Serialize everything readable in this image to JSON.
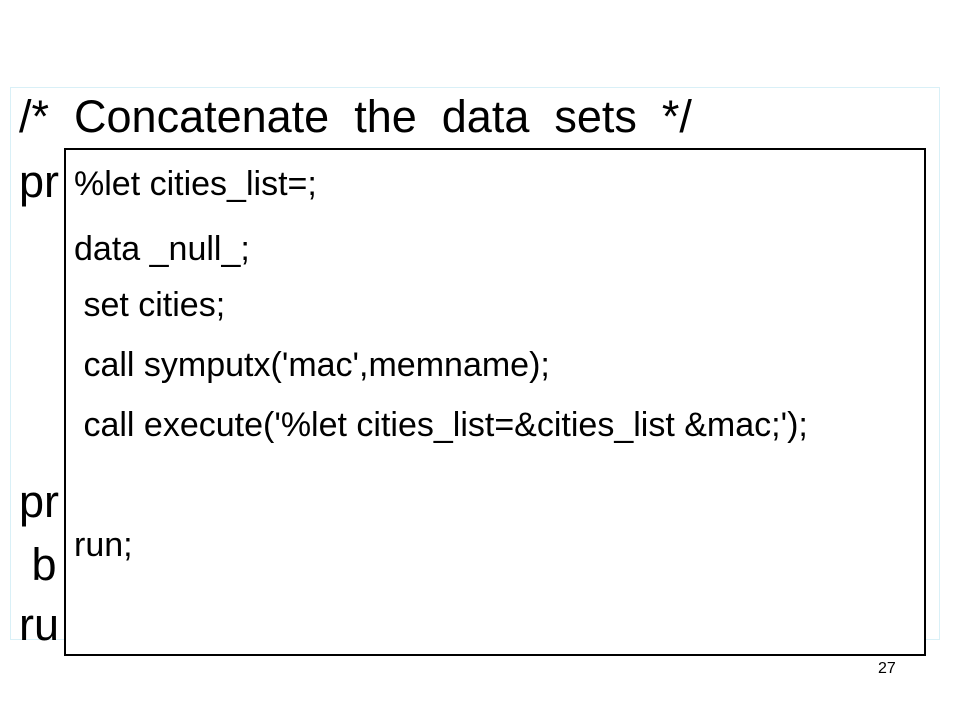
{
  "slide": {
    "background_lines": [
      "/*  Concatenate  the  data  sets  */",
      "pr",
      "pr",
      " b",
      "ru"
    ],
    "overlay_lines": [
      "%let cities_list=;",
      "data _null_;",
      " set cities;",
      " call symputx('mac',memname);",
      " call execute('%let cities_list=&cities_list &mac;');",
      "run;"
    ],
    "page_number": "27"
  }
}
